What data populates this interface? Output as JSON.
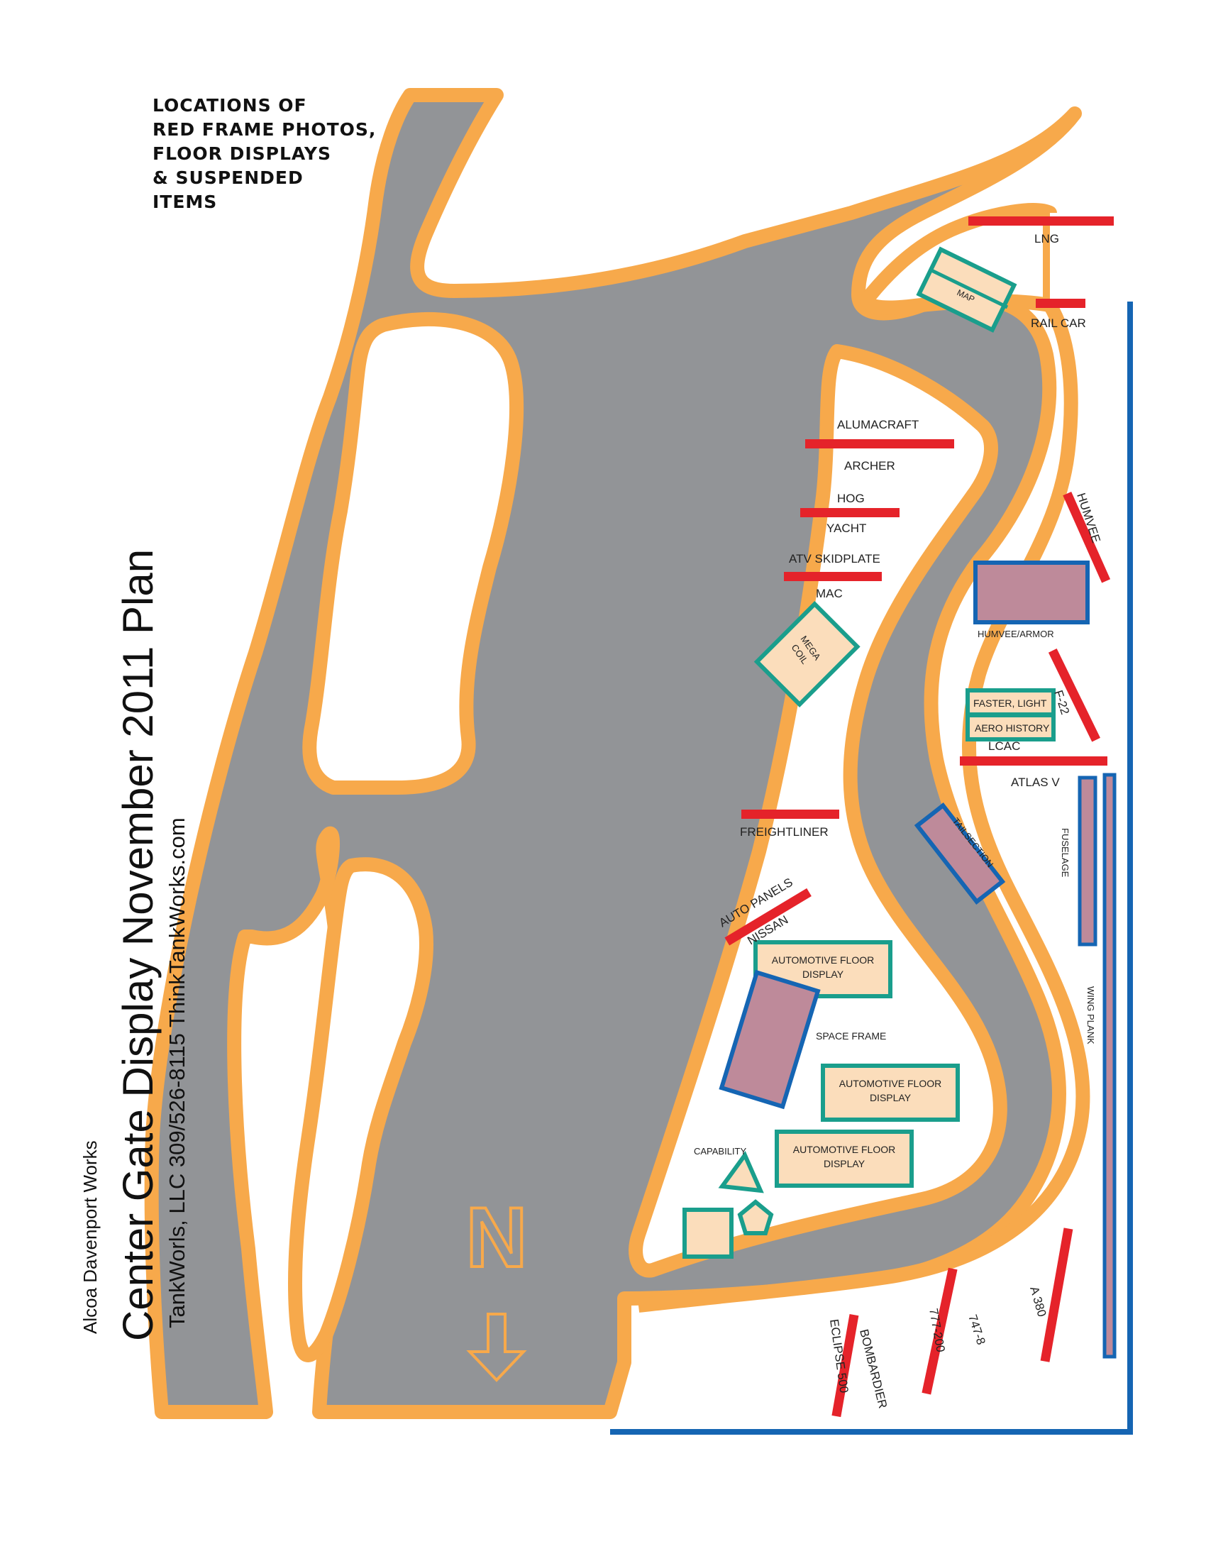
{
  "legend": {
    "lines": [
      "LOCATIONS OF",
      "RED FRAME PHOTOS,",
      "FLOOR DISPLAYS",
      "& SUSPENDED",
      "ITEMS"
    ]
  },
  "title": {
    "company": "Alcoa Davenport Works",
    "main": "Center Gate Display  November 2011 Plan",
    "contact": "TankWorls, LLC  309/526-8115  ThinkTankWorks.com"
  },
  "north": {
    "letter": "N"
  },
  "colors": {
    "road": "#929497",
    "road_border": "#F7A94B",
    "photo_frame": "#E5232A",
    "floor_display_fill": "#FBDDBB",
    "floor_display_border": "#1A9E8C",
    "suspended_fill": "#BE8A9A",
    "suspended_border": "#1565B3",
    "fence": "#1565B3"
  },
  "red_frames": {
    "lng": "LNG",
    "rail_car": "RAIL CAR",
    "alumacraft": "ALUMACRAFT",
    "archer": "ARCHER",
    "hog": "HOG",
    "yacht": "YACHT",
    "atv_skidplate": "ATV SKIDPLATE",
    "mac": "MAC",
    "humvee": "HUMVEE",
    "f22": "F-22",
    "lcac": "LCAC",
    "atlas_v": "ATLAS V",
    "freightliner": "FREIGHTLINER",
    "auto_panels": "AUTO PANELS",
    "nissan": "NISSAN",
    "eclipse_500": "ECLIPSE 500",
    "bombardier": "BOMBARDIER",
    "b777_200": "777-200",
    "b747_8": "747-8",
    "a380": "A 380"
  },
  "floor_displays": {
    "map": "MAP",
    "mega_coil_1": "MEGA",
    "mega_coil_2": "COIL",
    "faster_light": "FASTER, LIGHT",
    "aero_history": "AERO HISTORY",
    "auto_floor_1_a": "AUTOMOTIVE FLOOR",
    "auto_floor_1_b": "DISPLAY",
    "auto_floor_2_a": "AUTOMOTIVE FLOOR",
    "auto_floor_2_b": "DISPLAY",
    "auto_floor_3_a": "AUTOMOTIVE FLOOR",
    "auto_floor_3_b": "DISPLAY",
    "capability": "CAPABILITY"
  },
  "suspended": {
    "humvee_armor": "HUMVEE/ARMOR",
    "tailsection": "TAILSECTION",
    "fuselage": "FUSELAGE",
    "wing_plank": "WING PLANK",
    "space_frame": "SPACE FRAME"
  }
}
